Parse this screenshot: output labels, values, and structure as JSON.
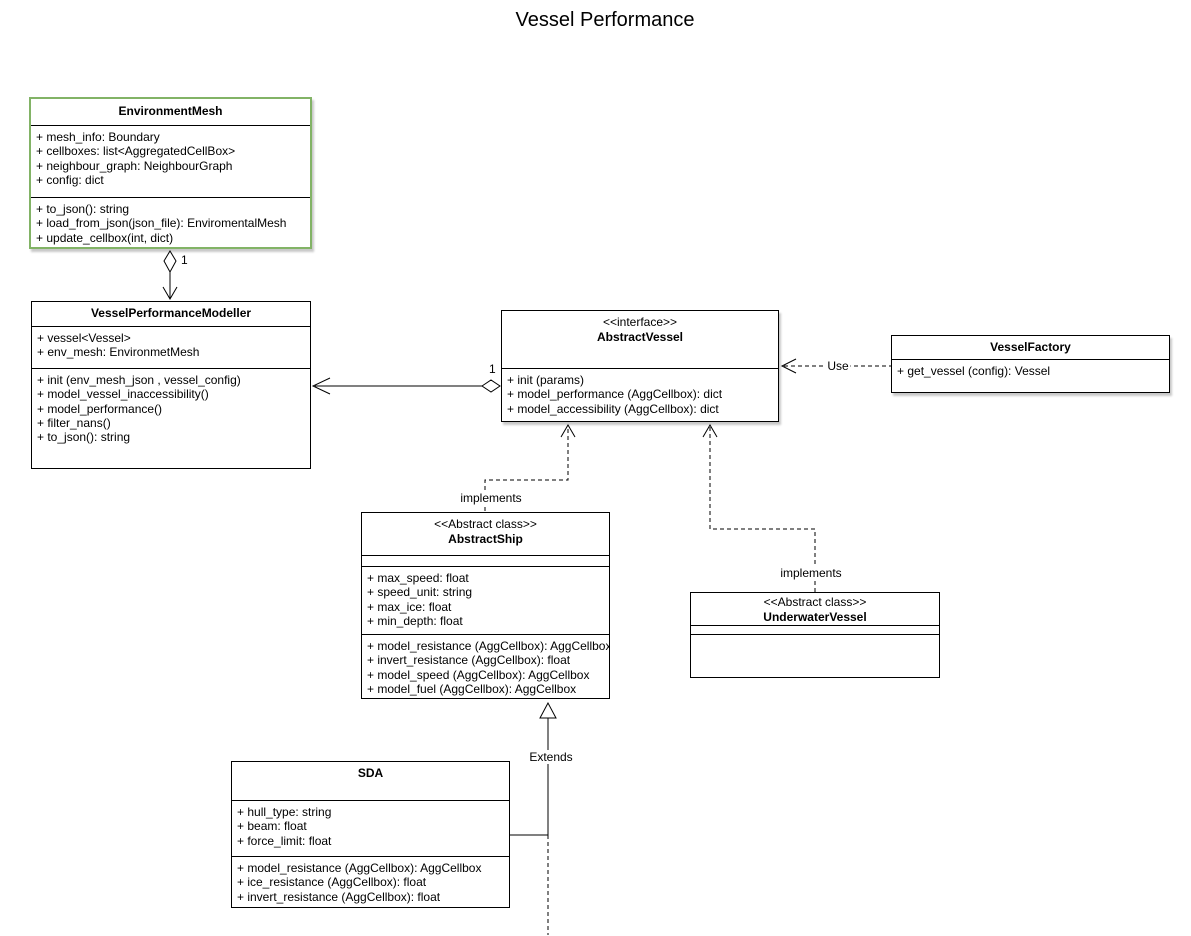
{
  "diagram_title": "Vessel Performance",
  "colors": {
    "environment_mesh_border": "#82b366",
    "default_stroke": "#000000",
    "box_fill": "#ffffff"
  },
  "classes": {
    "environment_mesh": {
      "name": "EnvironmentMesh",
      "attributes": [
        "+ mesh_info: Boundary",
        "+ cellboxes: list<AggregatedCellBox>",
        "+ neighbour_graph: NeighbourGraph",
        "+ config: dict"
      ],
      "methods": [
        "+ to_json(): string",
        "+ load_from_json(json_file): EnviromentalMesh",
        "+ update_cellbox(int, dict)"
      ]
    },
    "vessel_performance_modeller": {
      "name": "VesselPerformanceModeller",
      "attributes": [
        "+ vessel<Vessel>",
        "+ env_mesh: EnvironmetMesh"
      ],
      "methods": [
        "+ init (env_mesh_json , vessel_config)",
        "+ model_vessel_inaccessibility()",
        "+ model_performance()",
        "+ filter_nans()",
        "+ to_json(): string"
      ]
    },
    "abstract_vessel": {
      "stereotype": "<<interface>>",
      "name": "AbstractVessel",
      "methods": [
        "+ init (params)",
        "+ model_performance (AggCellbox): dict",
        "+ model_accessibility (AggCellbox): dict"
      ]
    },
    "vessel_factory": {
      "name": "VesselFactory",
      "methods": [
        "+ get_vessel (config): Vessel"
      ]
    },
    "abstract_ship": {
      "stereotype": "<<Abstract class>>",
      "name": "AbstractShip",
      "attributes": [
        "+ max_speed: float",
        "+ speed_unit: string",
        "+ max_ice: float",
        "+ min_depth: float"
      ],
      "methods": [
        "+ model_resistance (AggCellbox): AggCellbox",
        "+ invert_resistance (AggCellbox): float",
        "+ model_speed (AggCellbox): AggCellbox",
        "+ model_fuel (AggCellbox): AggCellbox"
      ]
    },
    "underwater_vessel": {
      "stereotype": "<<Abstract class>>",
      "name": "UnderwaterVessel"
    },
    "sda": {
      "name": "SDA",
      "attributes": [
        "+ hull_type: string",
        "+ beam: float",
        "+ force_limit: float"
      ],
      "methods": [
        "+ model_resistance (AggCellbox): AggCellbox",
        "+ ice_resistance (AggCellbox): float",
        "+ invert_resistance (AggCellbox): float"
      ]
    }
  },
  "relationships": {
    "mesh_aggregation_multiplicity": "1",
    "vessel_aggregation_multiplicity": "1",
    "use_label": "Use",
    "ship_implements_label": "implements",
    "underwater_implements_label": "implements",
    "extends_label": "Extends"
  }
}
